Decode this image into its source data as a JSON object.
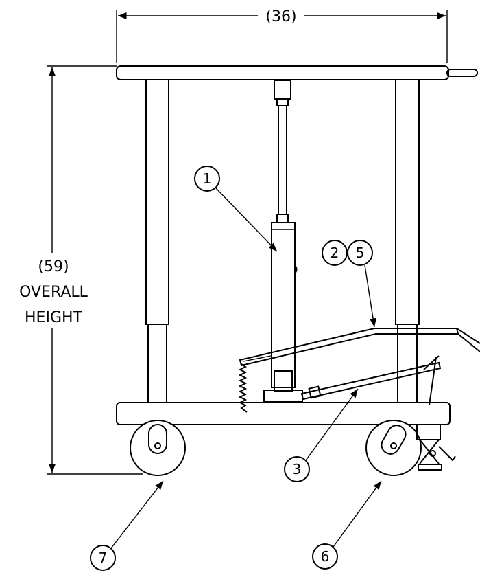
{
  "dimensions": {
    "width": "(36)",
    "height_value": "(59)",
    "height_label_1": "OVERALL",
    "height_label_2": "HEIGHT"
  },
  "callouts": [
    {
      "label": "1"
    },
    {
      "label": "2"
    },
    {
      "label": "5"
    },
    {
      "label": "3"
    },
    {
      "label": "7"
    },
    {
      "label": "6"
    }
  ]
}
